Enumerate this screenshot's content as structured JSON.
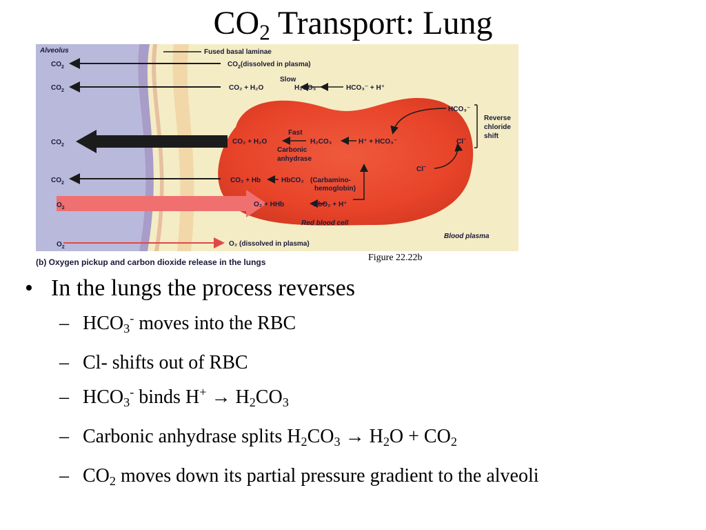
{
  "slide": {
    "title_main": "CO",
    "title_sub": "2",
    "title_rest": " Transport: Lung"
  },
  "figure": {
    "alveolus": "Alveolus",
    "fused_basal": "Fused basal laminae",
    "co2": "CO",
    "two": "2",
    "o2": "O",
    "dissolved_co2": "(dissolved in plasma)",
    "slow": "Slow",
    "fast": "Fast",
    "carbonic_1": "Carbonic",
    "carbonic_2": "anhydrase",
    "reverse_1": "Reverse",
    "reverse_2": "chloride",
    "reverse_3": "shift",
    "cl": "Cl",
    "carbamino_1": "(Carbamino-",
    "carbamino_2": "hemoglobin)",
    "rbc": "Red blood cell",
    "plasma": "Blood plasma",
    "row2_eq": "CO₂ + H₂O",
    "row2_h2co3": "H₂CO₃",
    "row2_hco3": "HCO₃⁻  +  H⁺",
    "hco3_top": "HCO₃⁻",
    "row3_left": "CO₂ + H₂O",
    "row3_mid": "H₂CO₃",
    "row3_right": "H⁺ + HCO₃⁻",
    "row4_left": "CO₂ + Hb",
    "row4_mid": "HbCO₂",
    "row5_left": "O₂ + HHb",
    "row5_right": "HbO₂ + H⁺",
    "dissolved_o2": "O₂ (dissolved in plasma)",
    "caption": "(b) Oxygen pickup and carbon dioxide release in the lungs",
    "ref": "Figure 22.22b"
  },
  "bullets": {
    "main": "In the lungs the process reverses",
    "l1_a": "HCO",
    "l1_b": "3",
    "l1_c": "-",
    "l1_d": " moves into the RBC",
    "l2": "Cl- shifts out of RBC",
    "l3_a": "HCO",
    "l3_b": "3",
    "l3_c": "-",
    "l3_d": " binds H",
    "l3_e": "+",
    "l3_arrow": " → ",
    "l3_f": "H",
    "l3_g": "2",
    "l3_h": "CO",
    "l3_i": "3",
    "l4_a": "Carbonic anhydrase splits H",
    "l4_b": "2",
    "l4_c": "CO",
    "l4_d": "3",
    "l4_arrow": " → ",
    "l4_e": "H",
    "l4_f": "2",
    "l4_g": "O + CO",
    "l4_h": "2",
    "l5_a": "CO",
    "l5_b": "2",
    "l5_c": " moves down its partial pressure gradient to the alveoli"
  }
}
